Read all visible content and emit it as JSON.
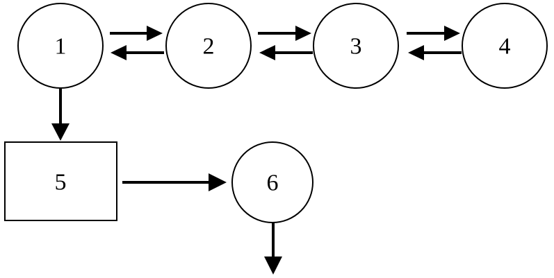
{
  "diagram": {
    "nodes": [
      {
        "id": "1",
        "label": "1",
        "shape": "circle"
      },
      {
        "id": "2",
        "label": "2",
        "shape": "circle"
      },
      {
        "id": "3",
        "label": "3",
        "shape": "circle"
      },
      {
        "id": "4",
        "label": "4",
        "shape": "circle"
      },
      {
        "id": "5",
        "label": "5",
        "shape": "rectangle"
      },
      {
        "id": "6",
        "label": "6",
        "shape": "circle"
      }
    ],
    "edges": [
      {
        "from": "1",
        "to": "2",
        "type": "reversible"
      },
      {
        "from": "2",
        "to": "3",
        "type": "reversible"
      },
      {
        "from": "3",
        "to": "4",
        "type": "reversible"
      },
      {
        "from": "1",
        "to": "5",
        "type": "forward"
      },
      {
        "from": "5",
        "to": "6",
        "type": "forward"
      },
      {
        "from": "6",
        "to": "",
        "type": "outflow"
      }
    ],
    "colors": {
      "stroke": "#000000",
      "fill": "#ffffff"
    }
  }
}
